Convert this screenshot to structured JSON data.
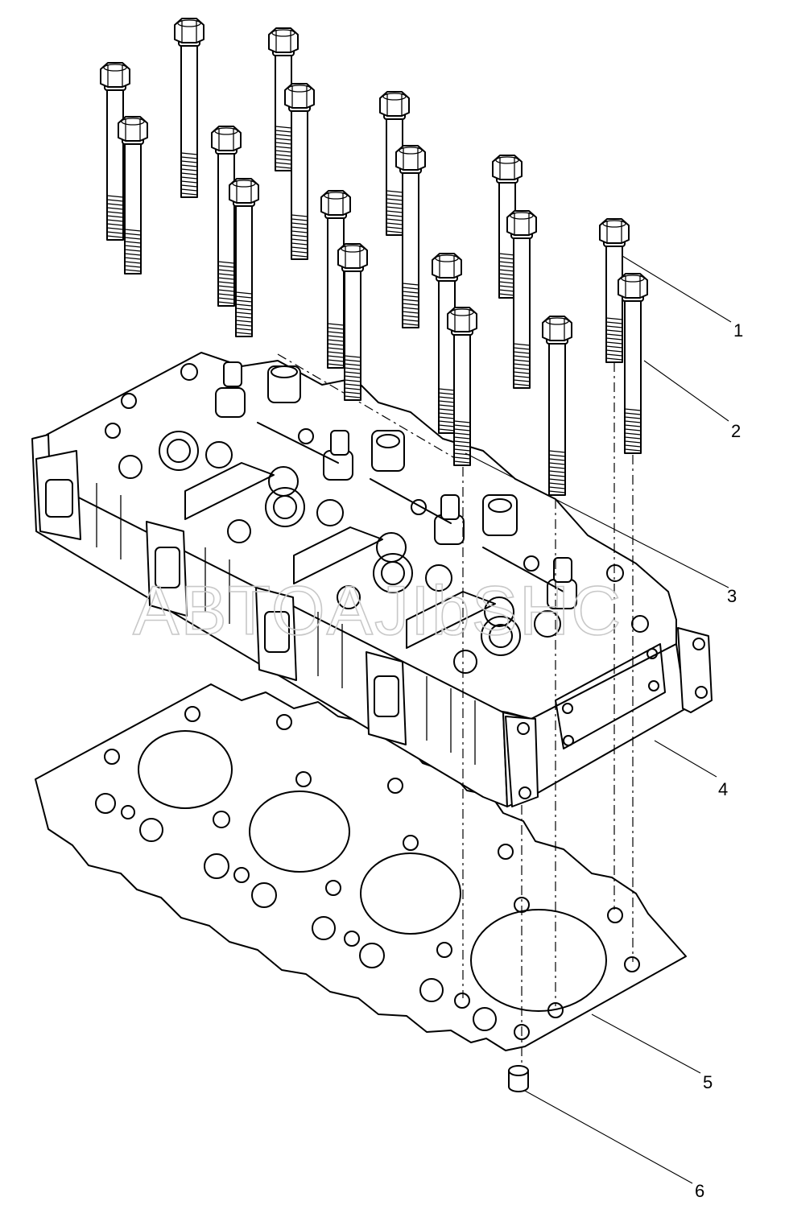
{
  "watermark": "ABTOAJIbSHC",
  "callouts": [
    {
      "id": "1",
      "label": "1"
    },
    {
      "id": "2",
      "label": "2"
    },
    {
      "id": "3",
      "label": "3"
    },
    {
      "id": "4",
      "label": "4"
    },
    {
      "id": "5",
      "label": "5"
    },
    {
      "id": "6",
      "label": "6"
    }
  ]
}
